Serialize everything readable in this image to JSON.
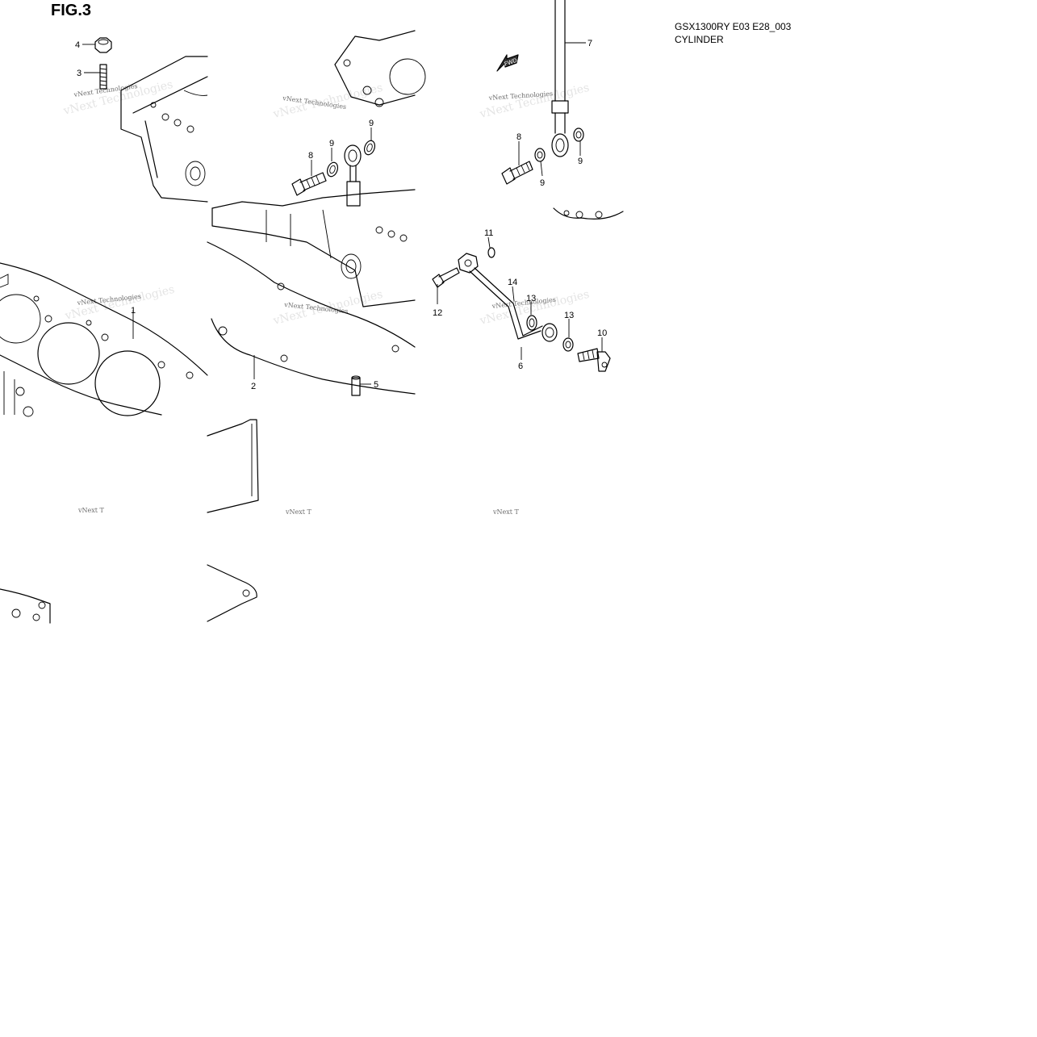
{
  "figure_label": "FIG.3",
  "model_code": "GSX1300RY E03 E28_003",
  "section_title": "CYLINDER",
  "watermark_text": "vNext Technologies",
  "watermark_partial": "vNext T",
  "front_arrow_label": "FWD",
  "callouts": {
    "c1": "1",
    "c2": "2",
    "c3": "3",
    "c4": "4",
    "c5": "5",
    "c6": "6",
    "c7": "7",
    "c8a": "8",
    "c8b": "8",
    "c9a": "9",
    "c9b": "9",
    "c9c": "9",
    "c9d": "9",
    "c10": "10",
    "c11": "11",
    "c12": "12",
    "c13a": "13",
    "c13b": "13",
    "c14": "14"
  }
}
